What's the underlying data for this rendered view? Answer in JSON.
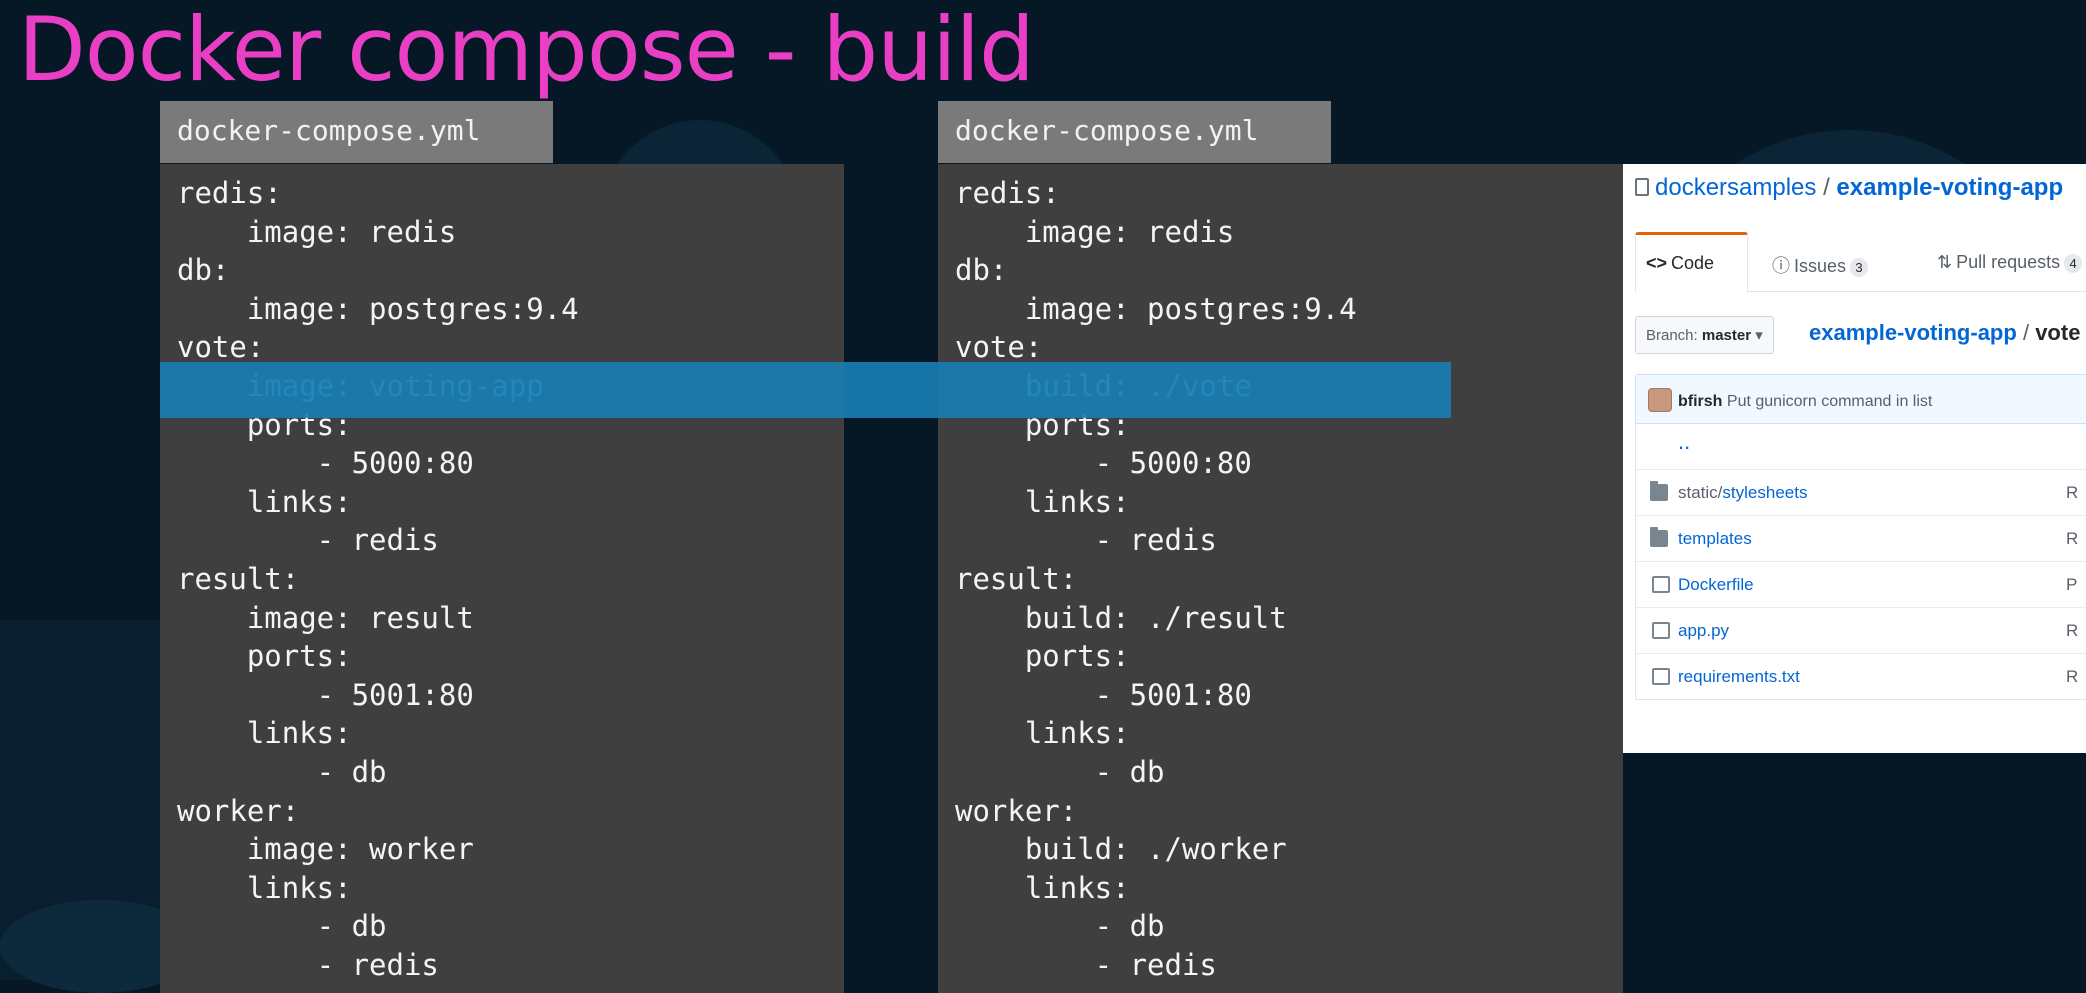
{
  "slide": {
    "title": "Docker compose - build"
  },
  "left_file": {
    "filename": "docker-compose.yml",
    "lines": [
      "redis:",
      "    image: redis",
      "db:",
      "    image: postgres:9.4",
      "vote:",
      "    image: voting-app",
      "    ports:",
      "        - 5000:80",
      "    links:",
      "        - redis",
      "result:",
      "    image: result",
      "    ports:",
      "        - 5001:80",
      "    links:",
      "        - db",
      "worker:",
      "    image: worker",
      "    links:",
      "        - db",
      "        - redis"
    ]
  },
  "right_file": {
    "filename": "docker-compose.yml",
    "lines": [
      "redis:",
      "    image: redis",
      "db:",
      "    image: postgres:9.4",
      "vote:",
      "    build: ./vote",
      "    ports:",
      "        - 5000:80",
      "    links:",
      "        - redis",
      "result:",
      "    build: ./result",
      "    ports:",
      "        - 5001:80",
      "    links:",
      "        - db",
      "worker:",
      "    build: ./worker",
      "    links:",
      "        - db",
      "        - redis"
    ]
  },
  "highlight": {
    "line_number": 6,
    "color": "#197eb6"
  },
  "github": {
    "owner": "dockersamples",
    "separator": "/",
    "repo": "example-voting-app",
    "tabs": [
      {
        "label": "Code",
        "icon": "code-icon",
        "selected": true
      },
      {
        "label": "Issues",
        "icon": "issue-icon",
        "count": "3"
      },
      {
        "label": "Pull requests",
        "icon": "pull-request-icon",
        "count": "4"
      }
    ],
    "branch_prefix": "Branch:",
    "branch": "master",
    "path_repo": "example-voting-app",
    "path_sep": "/",
    "path_current": "vote",
    "commit": {
      "author": "bfirsh",
      "message": "Put gunicorn command in list"
    },
    "parent_dir": "..",
    "files": [
      {
        "type": "folder",
        "name_dim": "static/",
        "name": "stylesheets",
        "right": "R"
      },
      {
        "type": "folder",
        "name_dim": "",
        "name": "templates",
        "right": "R"
      },
      {
        "type": "file",
        "name_dim": "",
        "name": "Dockerfile",
        "right": "P"
      },
      {
        "type": "file",
        "name_dim": "",
        "name": "app.py",
        "right": "R"
      },
      {
        "type": "file",
        "name_dim": "",
        "name": "requirements.txt",
        "right": "R"
      }
    ]
  },
  "colors": {
    "background": "#061826",
    "title": "#e83fc4",
    "code_panel": "#3f3f3f",
    "file_tab": "#7a7a7a",
    "highlight_text": "#7fd0f2"
  }
}
